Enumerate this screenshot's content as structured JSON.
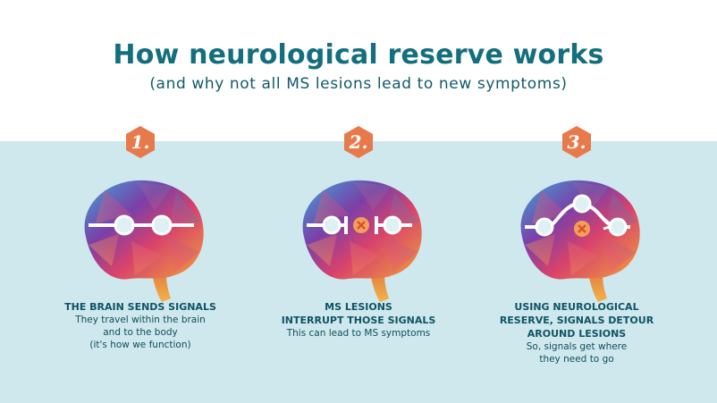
{
  "header": {
    "title": "How neurological reserve works",
    "subtitle": "(and why not all MS lesions lead to new symptoms)"
  },
  "steps": [
    {
      "number": "1.",
      "title_lines": [
        "THE BRAIN SENDS SIGNALS"
      ],
      "text_lines": [
        "They travel within the brain",
        "and to the body",
        "(it's how we function)"
      ]
    },
    {
      "number": "2.",
      "title_lines": [
        "MS LESIONS",
        "INTERRUPT THOSE SIGNALS"
      ],
      "text_lines": [
        "This can lead to MS symptoms"
      ]
    },
    {
      "number": "3.",
      "title_lines": [
        "USING NEUROLOGICAL",
        "RESERVE, SIGNALS DETOUR",
        "AROUND LESIONS"
      ],
      "text_lines": [
        "So, signals get where",
        "they need to go"
      ]
    }
  ],
  "colors": {
    "accent": "#e8794a",
    "title": "#136e7e",
    "band": "#cfe8ee"
  }
}
